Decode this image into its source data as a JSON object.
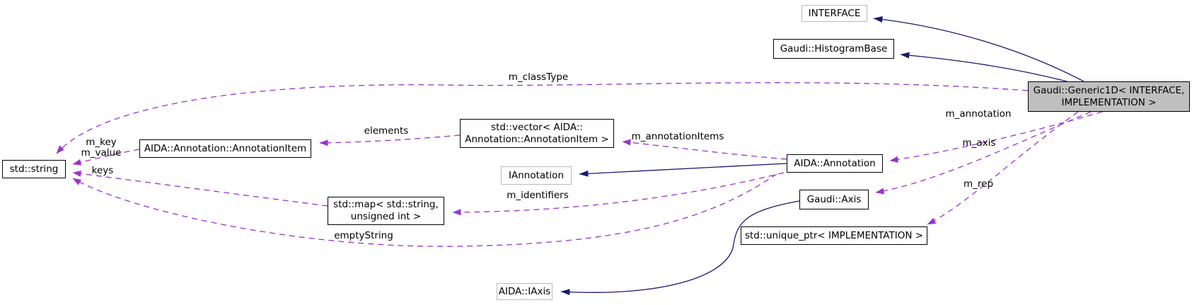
{
  "diagram": {
    "type": "class-collaboration-graph",
    "colors": {
      "usage_edge": "#9a32cd",
      "inheritance_edge": "#191970",
      "node_fill": "#ffffff",
      "node_border": "#000000",
      "external_node_border": "#b9b9b9",
      "focal_node_fill": "#bfbfbf",
      "text": "#000000"
    },
    "nodes": {
      "interface": {
        "label": "INTERFACE"
      },
      "histogram_base": {
        "label": "Gaudi::HistogramBase"
      },
      "generic1d": {
        "lines": [
          "Gaudi::Generic1D< INTERFACE,",
          "IMPLEMENTATION >"
        ]
      },
      "std_string": {
        "label": "std::string"
      },
      "annotation_item": {
        "label": "AIDA::Annotation::AnnotationItem"
      },
      "vector_annotation_item": {
        "lines": [
          "std::vector< AIDA::",
          "Annotation::AnnotationItem >"
        ]
      },
      "iannotation": {
        "label": "IAnnotation"
      },
      "annotation": {
        "label": "AIDA::Annotation"
      },
      "axis": {
        "label": "Gaudi::Axis"
      },
      "map_string_uint": {
        "lines": [
          "std::map< std::string,",
          "unsigned int >"
        ]
      },
      "unique_ptr": {
        "label": "std::unique_ptr< IMPLEMENTATION >"
      },
      "iaxis": {
        "label": "AIDA::IAxis"
      }
    },
    "edge_labels": {
      "m_classType": "m_classType",
      "elements": "elements",
      "m_annotationItems": "m_annotationItems",
      "m_key": "m_key",
      "m_value": "m_value",
      "keys": "keys",
      "m_identifiers": "m_identifiers",
      "emptyString": "emptyString",
      "m_annotation": "m_annotation",
      "m_axis": "m_axis",
      "m_rep": "m_rep"
    }
  }
}
